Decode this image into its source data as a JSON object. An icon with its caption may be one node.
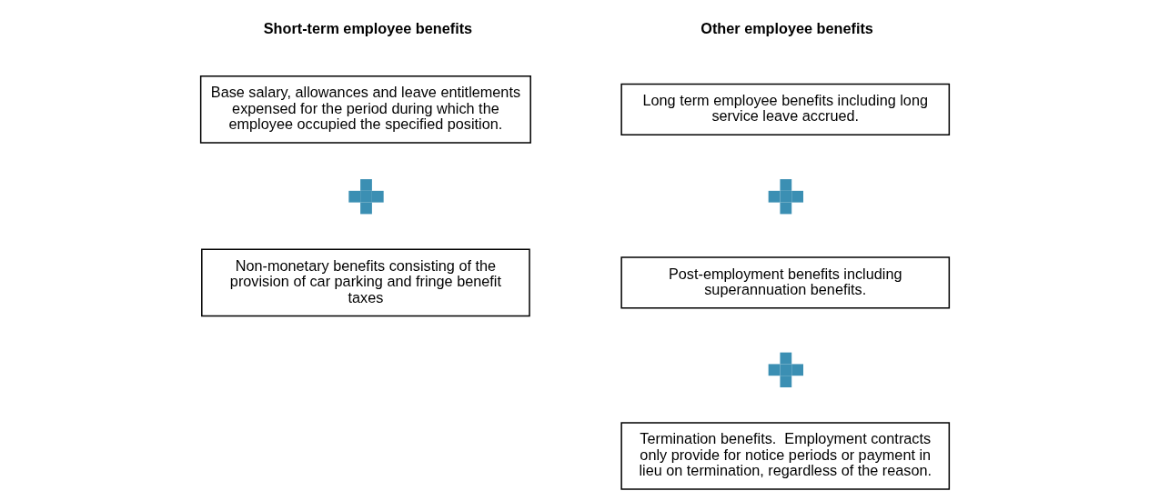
{
  "diagram": {
    "nodes": [
      {
        "text": [
          "Base salary, allowances and leave entitlements expensed for the period during which the employee occupied the specified position."
        ]
      },
      {
        "text": [],
        "shape": "plus"
      },
      {
        "text": [
          "Non-monetary benefits consisting of the provision of car parking and fringe benefit taxes"
        ]
      },
      {
        "text": [
          "Long term employee benefits including long service leave accrued."
        ]
      },
      {
        "text": [],
        "shape": "plus"
      },
      {
        "text": [
          "Post-employment benefits including superannuation benefits."
        ]
      },
      {
        "text": [],
        "shape": "plus"
      },
      {
        "text": [
          "Termination benefits.  Employment contracts only provide for notice periods or payment in lieu on termination, regardless of the reason."
        ]
      }
    ],
    "edges": [],
    "labels": [
      "Short-term employee benefits",
      "Other employee benefits"
    ]
  }
}
